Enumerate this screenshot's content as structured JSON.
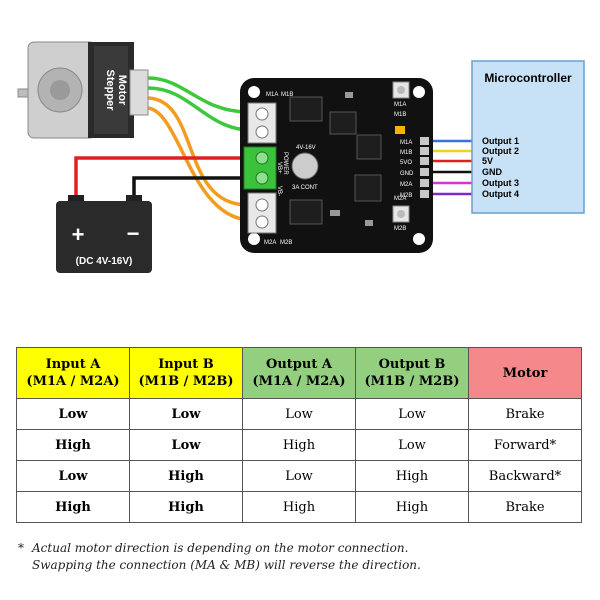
{
  "diagram": {
    "motor_label_line1": "Stepper",
    "motor_label_line2": "Motor",
    "battery_plus": "+",
    "battery_minus": "−",
    "battery_label": "(DC 4V-16V)",
    "board_labels": {
      "m1a_top": "M1A",
      "m1b_top": "M1B",
      "m1a_btn": "M1A",
      "m1b_btn": "M1B",
      "m2a_btn": "M2A",
      "m2b_btn": "M2B",
      "m2a_bot": "M2A",
      "m2b_bot": "M2B",
      "power": "POWER",
      "vb_plus": "VB+",
      "vb_minus": "VB-",
      "voltage": "4V-16V",
      "current": "3A CONT",
      "pin_m1a": "M1A",
      "pin_m1b": "M1B",
      "pin_5v": "5VO",
      "pin_gnd": "GND",
      "pin_m2a": "M2A",
      "pin_m2b": "M2B"
    },
    "microcontroller_title": "Microcontroller",
    "mcu_pins": [
      "Output 1",
      "Output 2",
      "5V",
      "GND",
      "Output 3",
      "Output 4"
    ],
    "colors": {
      "wire_green": "#3ec83e",
      "wire_orange": "#f39c1f",
      "wire_red": "#e02020",
      "wire_black": "#111111",
      "wire_blue": "#3a6fe0",
      "wire_yellow": "#f2d21b",
      "wire_magenta": "#d632d6",
      "wire_purple": "#7a2bd0",
      "terminal_green": "#3cc13c",
      "mcu_fill": "#c7e1f6"
    }
  },
  "table": {
    "headers": [
      {
        "line1": "Input A",
        "line2": "(M1A / M2A)",
        "color": "#ffff00"
      },
      {
        "line1": "Input B",
        "line2": "(M1B / M2B)",
        "color": "#ffff00"
      },
      {
        "line1": "Output A",
        "line2": "(M1A / M2A)",
        "color": "#93cf7f"
      },
      {
        "line1": "Output B",
        "line2": "(M1B / M2B)",
        "color": "#93cf7f"
      },
      {
        "line1": "Motor",
        "line2": "",
        "color": "#f5888a"
      }
    ],
    "rows": [
      [
        "Low",
        "Low",
        "Low",
        "Low",
        "Brake"
      ],
      [
        "High",
        "Low",
        "High",
        "Low",
        "Forward*"
      ],
      [
        "Low",
        "High",
        "Low",
        "High",
        "Backward*"
      ],
      [
        "High",
        "High",
        "High",
        "High",
        "Brake"
      ]
    ]
  },
  "footnote": {
    "star": "*",
    "line1": "Actual motor direction is depending on the motor connection.",
    "line2": "Swapping the connection (MA & MB) will reverse the direction."
  }
}
